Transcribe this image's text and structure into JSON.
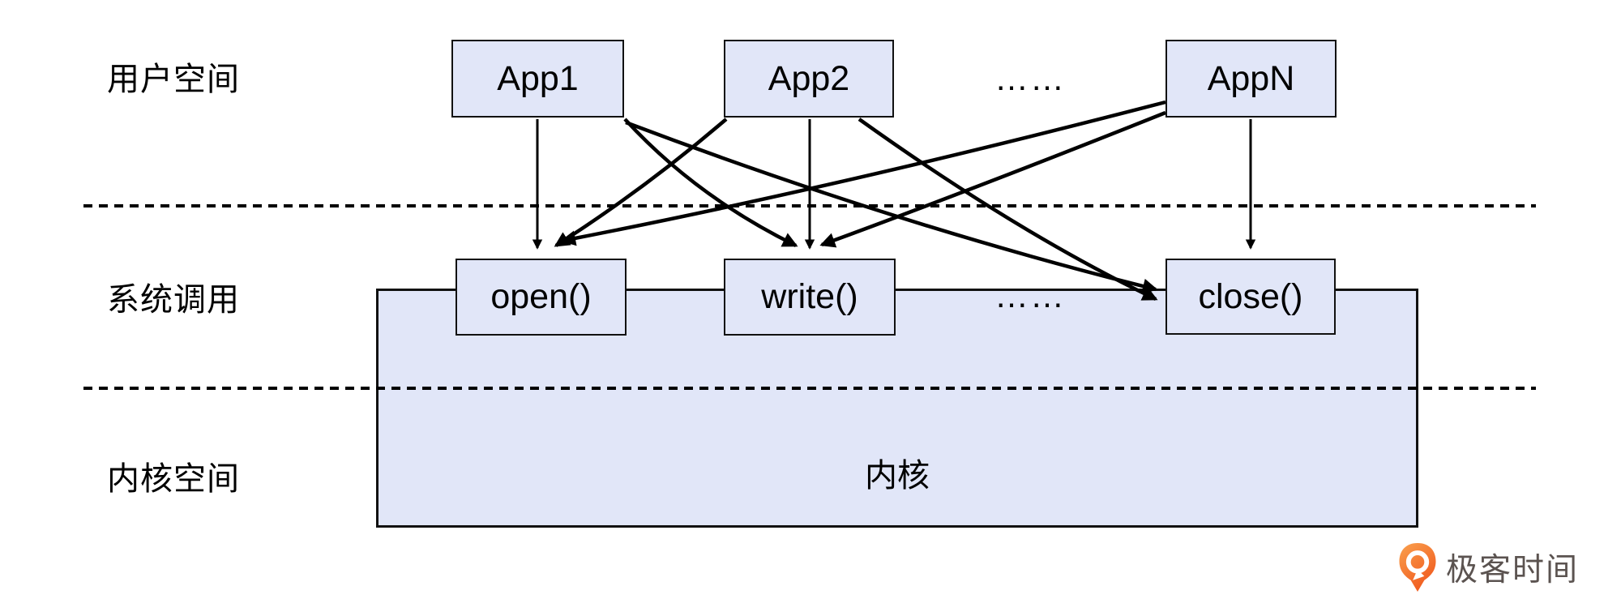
{
  "labels": {
    "user_space": "用户空间",
    "system_call": "系统调用",
    "kernel_space": "内核空间"
  },
  "apps": {
    "app1": "App1",
    "app2": "App2",
    "appn": "AppN"
  },
  "syscalls": {
    "open": "open()",
    "write": "write()",
    "close": "close()"
  },
  "kernel_label": "内核",
  "ellipsis_top": "……",
  "ellipsis_mid": "……",
  "edges": [
    {
      "from": "App1",
      "to": "open()"
    },
    {
      "from": "App1",
      "to": "write()"
    },
    {
      "from": "App1",
      "to": "close()"
    },
    {
      "from": "App2",
      "to": "open()"
    },
    {
      "from": "App2",
      "to": "write()"
    },
    {
      "from": "App2",
      "to": "close()"
    },
    {
      "from": "AppN",
      "to": "open()"
    },
    {
      "from": "AppN",
      "to": "write()"
    },
    {
      "from": "AppN",
      "to": "close()"
    }
  ],
  "logo": {
    "text": "极客时间"
  },
  "colors": {
    "box_fill": "#e1e6f8",
    "box_border": "#111111",
    "line": "#000000",
    "label": "#000000",
    "logo_orange": "#f05a1e",
    "logo_orange_light": "#faa14e",
    "logo_text": "#5b5350"
  }
}
